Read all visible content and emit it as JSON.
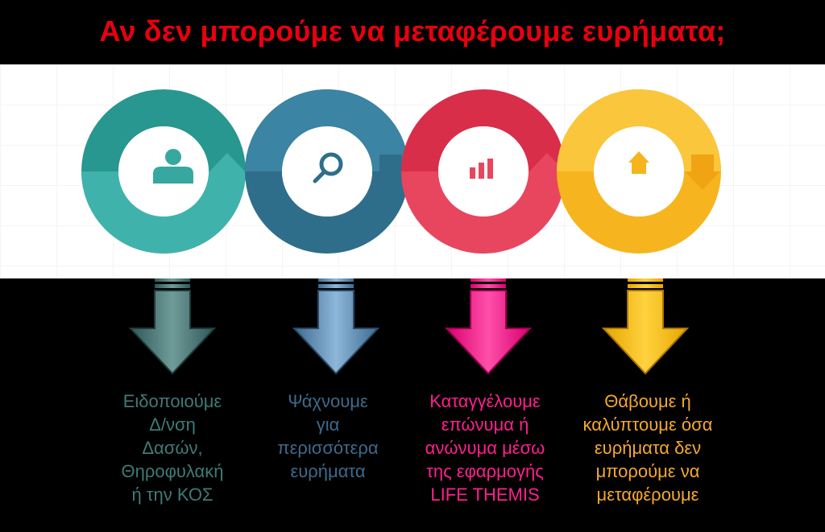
{
  "title": "Αν δεν μπορούμε να μεταφέρουμε ευρήματα;",
  "steps": [
    {
      "icon": "user-icon",
      "color": "#2e9e96",
      "arrow_color": "#3a6b6a",
      "caption_color": "#3f7a78",
      "lines": [
        "Ειδοποιούμε",
        "Δ/νση",
        "Δασών,",
        "Θηροφυλακή",
        "ή την ΚΟΣ"
      ]
    },
    {
      "icon": "search-icon",
      "color": "#2e6f8e",
      "arrow_color": "#4f86b0",
      "caption_color": "#3e6a8c",
      "lines": [
        "Ψάχνουμε",
        "για",
        "περισσότερα",
        "ευρήματα"
      ]
    },
    {
      "icon": "bar-chart-icon",
      "color": "#e0314f",
      "arrow_color": "#ff1f8e",
      "caption_color": "#ff1f8e",
      "lines": [
        "Καταγγέλουμε",
        "επώνυμα ή",
        "ανώνυμα μέσω",
        "της εφαρμογής",
        "LIFE THEMIS"
      ]
    },
    {
      "icon": "home-icon",
      "color": "#f6b51e",
      "arrow_color": "#ffc000",
      "caption_color": "#f4a82e",
      "lines": [
        "Θάβουμε ή",
        "καλύπτουμε όσα",
        "ευρήματα δεν",
        "μπορούμε να",
        "μεταφέρουμε"
      ]
    }
  ]
}
